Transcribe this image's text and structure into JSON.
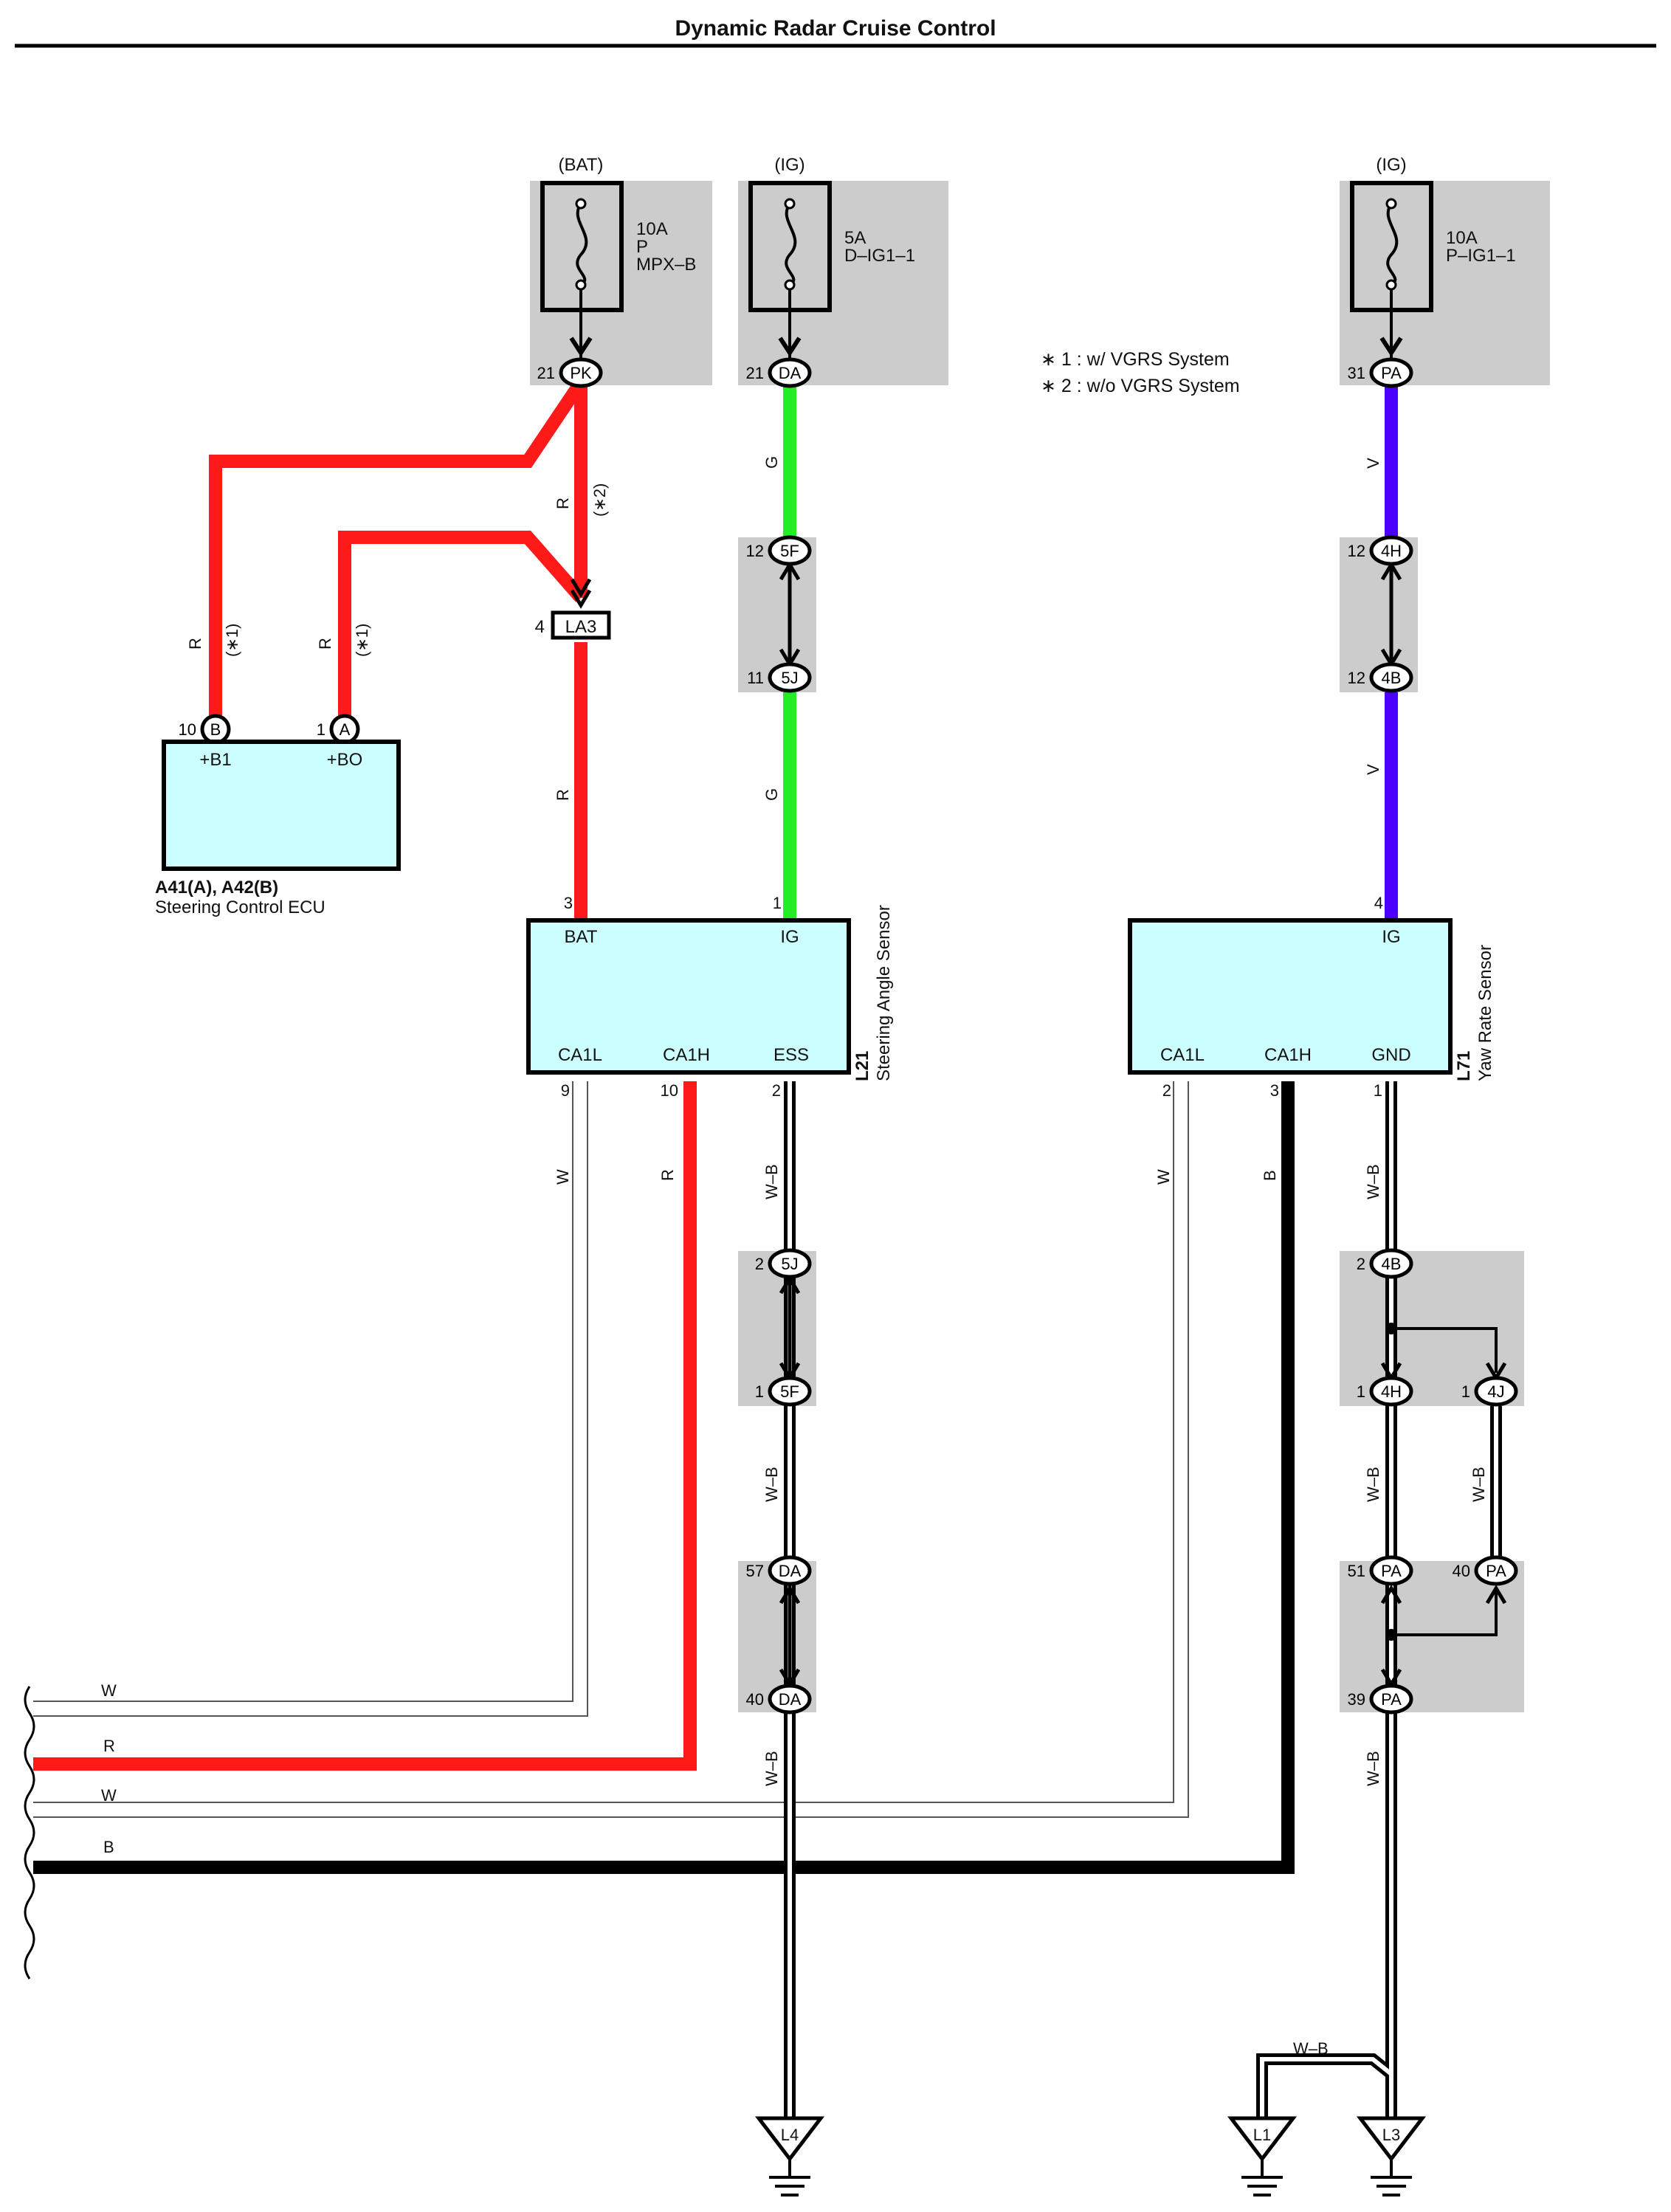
{
  "title": "Dynamic Radar Cruise Control",
  "notes": [
    "∗ 1 : w/ VGRS System",
    "∗ 2 : w/o VGRS System"
  ],
  "colors": {
    "red": "#ff1a1a",
    "green": "#22ee22",
    "violet": "#4b00ff",
    "black": "#000000",
    "component_fill": "#ccffff",
    "shade": "#cccccc"
  },
  "fuses": [
    {
      "supply": "(BAT)",
      "line1": "10A",
      "line2": "P",
      "line3": "MPX–B",
      "pin": "21",
      "connector": "PK"
    },
    {
      "supply": "(IG)",
      "line1": "5A",
      "line2": "D–IG1–1",
      "line3": "",
      "pin": "21",
      "connector": "DA"
    },
    {
      "supply": "(IG)",
      "line1": "10A",
      "line2": "P–IG1–1",
      "line3": "",
      "pin": "31",
      "connector": "PA"
    }
  ],
  "wire_labels": {
    "r": "R",
    "g": "G",
    "v": "V",
    "w": "W",
    "b": "B",
    "wb": "W–B",
    "star1": "(∗1)",
    "star2": "(∗2)"
  },
  "connectors": {
    "c5f_top": {
      "pin": "12",
      "name": "5F"
    },
    "c5j_top": {
      "pin": "11",
      "name": "5J"
    },
    "c4h_top": {
      "pin": "12",
      "name": "4H"
    },
    "c4b_top": {
      "pin": "12",
      "name": "4B"
    },
    "la3": {
      "pin": "4",
      "name": "LA3"
    },
    "ecu_b": {
      "pin": "10",
      "name": "B"
    },
    "ecu_a": {
      "pin": "1",
      "name": "A"
    },
    "c5j_bot": {
      "pin": "2",
      "name": "5J"
    },
    "c5f_bot": {
      "pin": "1",
      "name": "5F"
    },
    "c4b_bot": {
      "pin": "2",
      "name": "4B"
    },
    "c4h_bot": {
      "pin": "1",
      "name": "4H"
    },
    "c4j_bot": {
      "pin": "1",
      "name": "4J"
    },
    "c57_da": {
      "pin": "57",
      "name": "DA"
    },
    "c40_da": {
      "pin": "40",
      "name": "DA"
    },
    "c51_pa": {
      "pin": "51",
      "name": "PA"
    },
    "c40_pa": {
      "pin": "40",
      "name": "PA"
    },
    "c39_pa": {
      "pin": "39",
      "name": "PA"
    }
  },
  "ecu": {
    "pin_b1": "+B1",
    "pin_bo": "+BO",
    "code": "A41(A), A42(B)",
    "name": "Steering Control ECU"
  },
  "sensor_l21": {
    "code": "L21",
    "name": "Steering Angle Sensor",
    "bat": "BAT",
    "ig": "IG",
    "ca1l": "CA1L",
    "ca1h": "CA1H",
    "ess": "ESS",
    "pin_bat": "3",
    "pin_ig": "1",
    "pin_ca1l": "9",
    "pin_ca1h": "10",
    "pin_ess": "2"
  },
  "sensor_l71": {
    "code": "L71",
    "name": "Yaw Rate Sensor",
    "ig": "IG",
    "ca1l": "CA1L",
    "ca1h": "CA1H",
    "gnd": "GND",
    "pin_ig": "4",
    "pin_ca1l": "2",
    "pin_ca1h": "3",
    "pin_gnd": "1"
  },
  "grounds": [
    "L4",
    "L1",
    "L3"
  ]
}
